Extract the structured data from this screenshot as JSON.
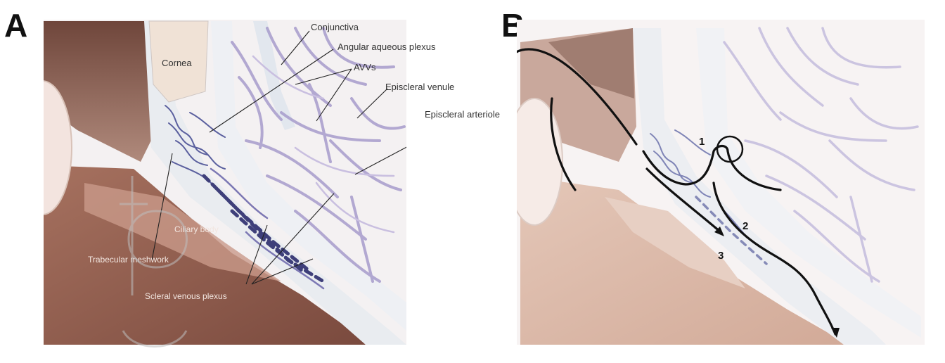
{
  "panels": [
    {
      "letter": "A",
      "labels": {
        "conjunctiva": "Conjunctiva",
        "angular_plexus": "Angular aqueous plexus",
        "avvs": "AVVs",
        "cornea": "Cornea",
        "episcleral_venule": "Episcleral venule",
        "episcleral_arteriole": "Episcleral arteriole",
        "trabecular_meshwork": "Trabecular meshwork",
        "ciliary_body": "Ciliary body",
        "scleral_venous_plexus": "Scleral venous plexus"
      }
    },
    {
      "letter": "B",
      "pathways": [
        "1",
        "2",
        "3"
      ]
    }
  ],
  "colors": {
    "sclera": "#e9ecf0",
    "cornea": "#f0e2d6",
    "tissue_dark": "#7e4a3e",
    "tissue_mid": "#b98a7c",
    "tissue_light": "#d9b9ab",
    "vessel_violet": "#9a8fc0",
    "vessel_blue": "#5a5f9e"
  }
}
